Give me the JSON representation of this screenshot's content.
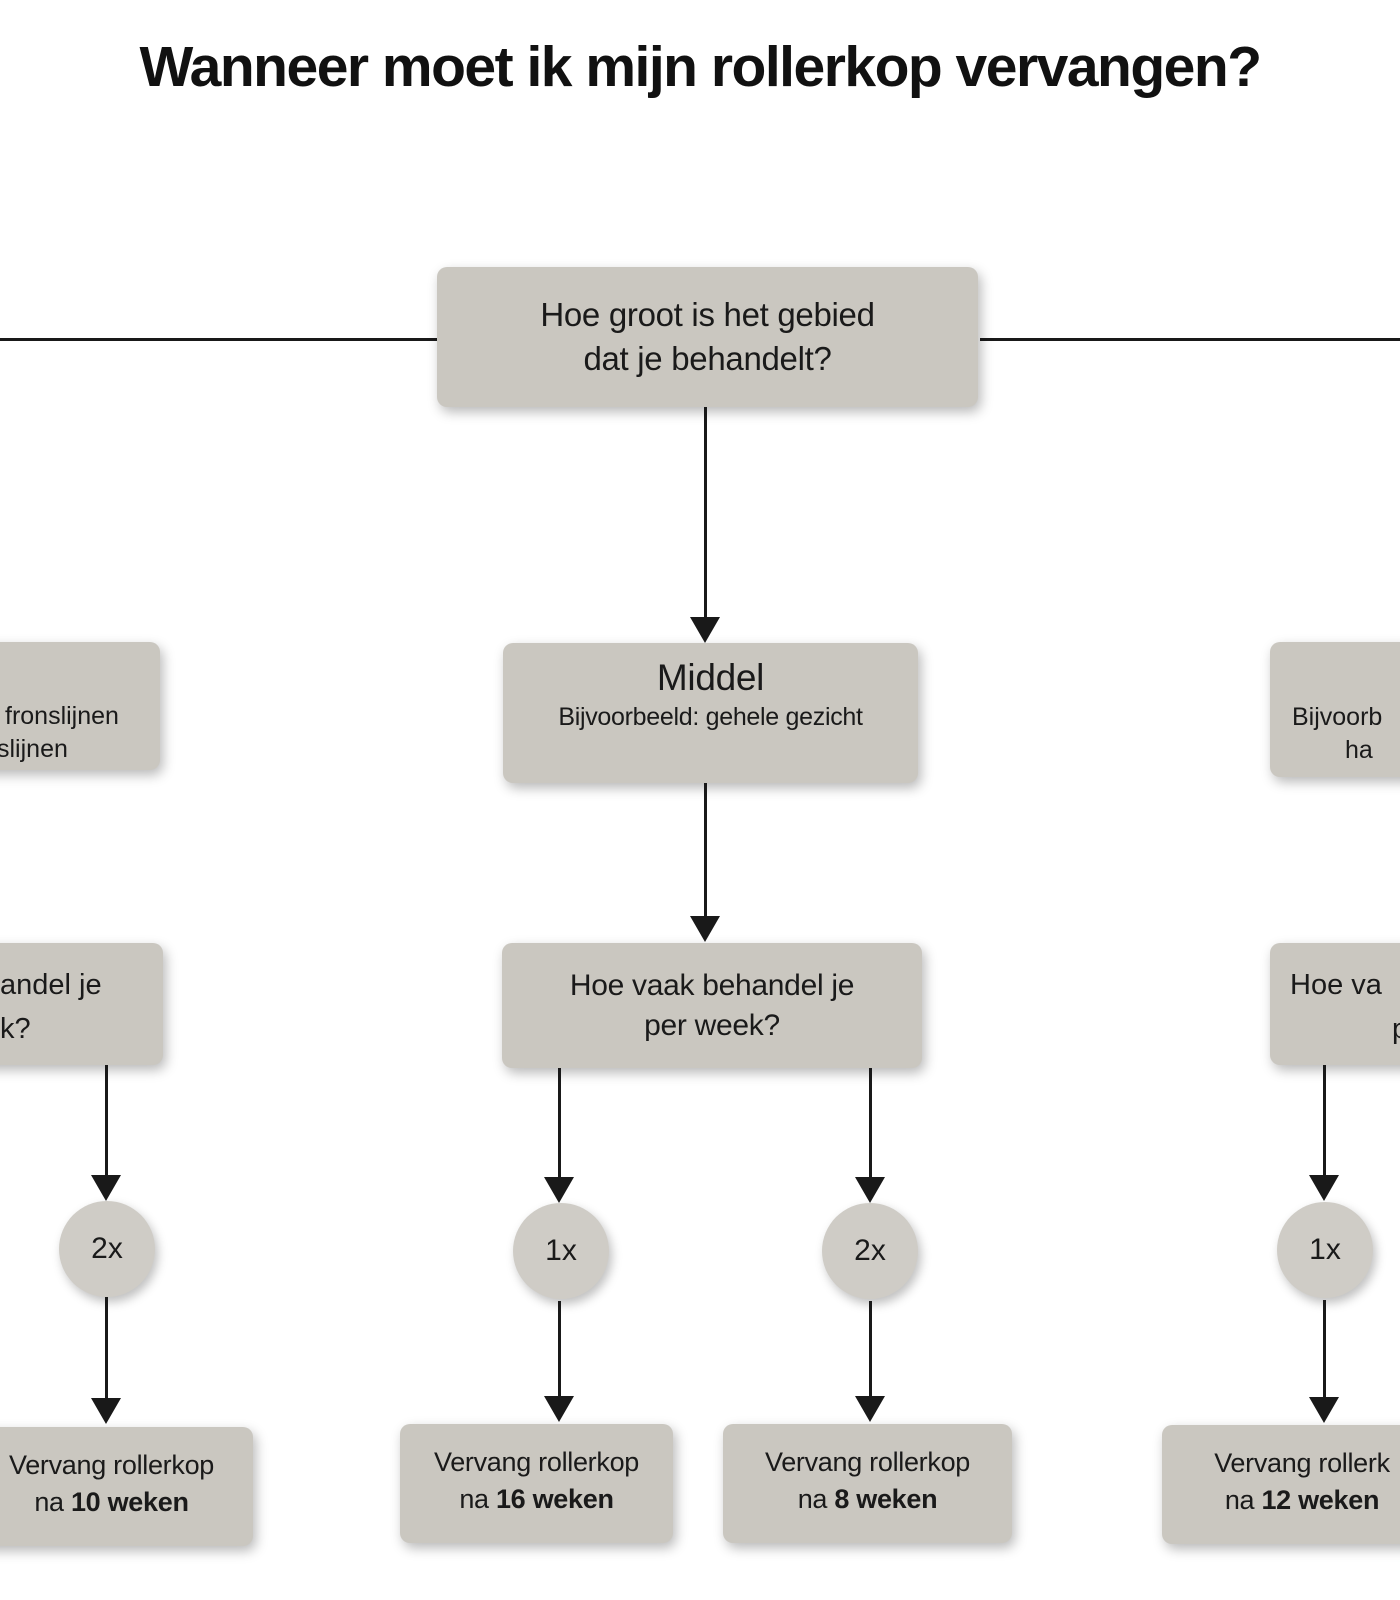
{
  "title": "Wanneer moet ik mijn rollerkop vervangen?",
  "root": {
    "question_line1": "Hoe groot is het gebied",
    "question_line2": "dat je behandelt?"
  },
  "left_branch": {
    "example": {
      "line1": "fronslijnen",
      "line2": "slijnen"
    },
    "question": {
      "line1": "andel je",
      "line2": "k?"
    },
    "frequency": "2x",
    "result": {
      "line1": "Vervang rollerkop",
      "prefix": "na ",
      "weeks": "10 weken"
    }
  },
  "middle_branch": {
    "size": {
      "label": "Middel",
      "example": "Bijvoorbeeld: gehele gezicht"
    },
    "question": {
      "line1": "Hoe vaak behandel je",
      "line2": "per week?"
    },
    "options": [
      {
        "frequency": "1x",
        "result": {
          "line1": "Vervang rollerkop",
          "prefix": "na ",
          "weeks": "16 weken"
        }
      },
      {
        "frequency": "2x",
        "result": {
          "line1": "Vervang rollerkop",
          "prefix": "na ",
          "weeks": "8 weken"
        }
      }
    ]
  },
  "right_branch": {
    "example": {
      "line1": "Bijvoorb",
      "line2": "ha"
    },
    "question": {
      "line1": "Hoe va",
      "line2": "p"
    },
    "frequency": "1x",
    "result": {
      "line1": "Vervang rollerk",
      "prefix": "na ",
      "weeks": "12 weken"
    }
  },
  "colors": {
    "box_fill": "#cac7c0",
    "circle_fill": "#cfccc6",
    "line": "#191919",
    "background": "#ffffff",
    "text": "#1a1a1a"
  }
}
